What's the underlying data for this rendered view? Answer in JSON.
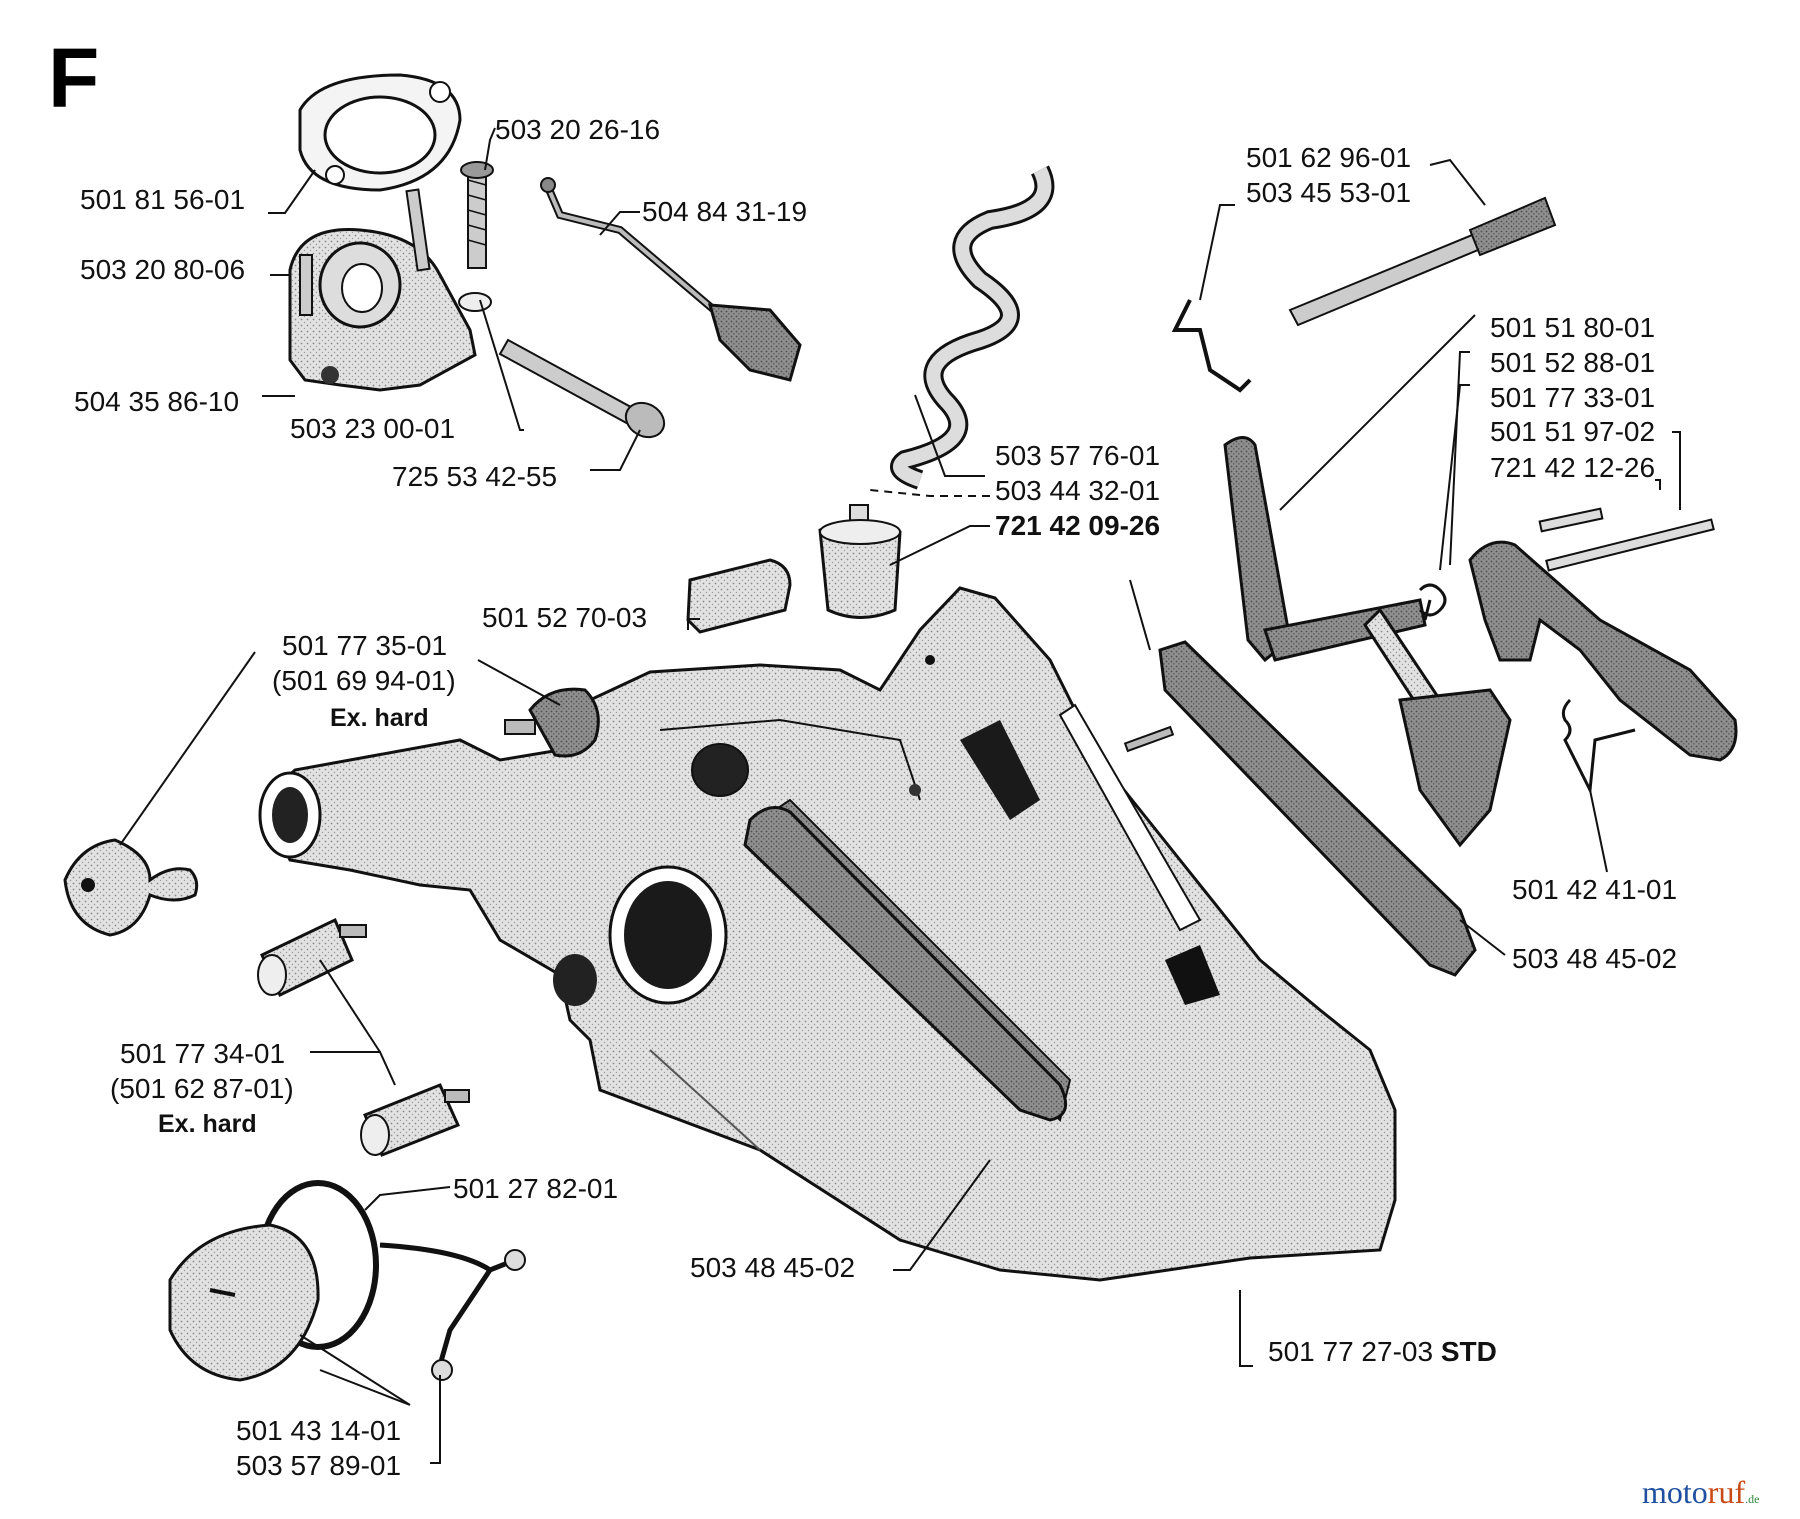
{
  "section_letter": "F",
  "labels": {
    "l01": "501 81 56-01",
    "l02": "503 20 26-16",
    "l03": "504 84 31-19",
    "l04": "503 20 80-06",
    "l05": "504 35 86-10",
    "l06": "503 23 00-01",
    "l07": "725 53 42-55",
    "l08": "503 57 76-01",
    "l09": "503 44 32-01",
    "l10": "721 42 09-26",
    "l11": "501 52 70-03",
    "l12": "501 77 35-01",
    "l13": "(501 69 94-01)",
    "l14": "Ex. hard",
    "l15": "501 62 96-01",
    "l16": "503 45 53-01",
    "l17": "501 51 80-01",
    "l18": "501 52 88-01",
    "l19": "501 77 33-01",
    "l20": "501 51 97-02",
    "l21": "721 42 12-26",
    "l22": "501 42 41-01",
    "l23": "503 48 45-02",
    "l24": "501 77 34-01",
    "l25": "(501 62 87-01)",
    "l26": "Ex. hard",
    "l27": "501 27 82-01",
    "l28": "503 48 45-02",
    "l29": "501 77 27-03",
    "l29b": "STD",
    "l30": "501 43 14-01",
    "l31": "503 57 89-01"
  },
  "watermark": {
    "part1": "moto",
    "part2": "ruf",
    "part3": ".de"
  },
  "colors": {
    "ink": "#111111",
    "part_fill": "#d9d9d9",
    "dark_fill": "#6e6e6e",
    "mid_fill": "#a8a8a8"
  }
}
